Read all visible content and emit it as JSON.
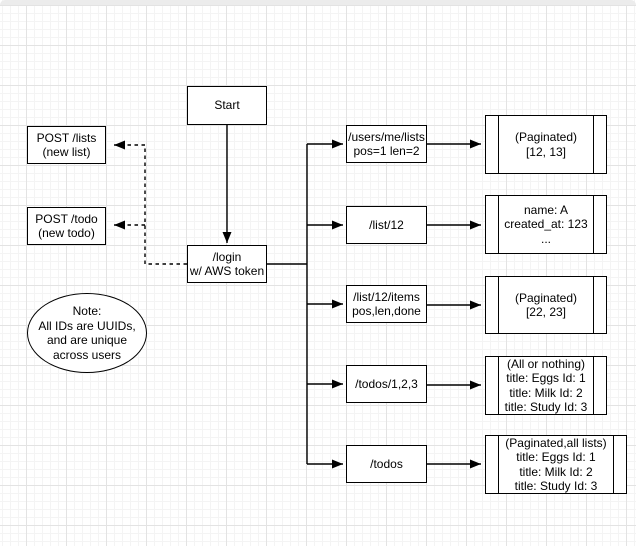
{
  "canvas": {
    "kind": "flowchart-grid-canvas",
    "colors": {
      "background": "#ffffff",
      "grid_minor": "#f4f4f4",
      "grid_major": "#e3e3e3",
      "shape_stroke": "#000000",
      "shape_fill": "#ffffff",
      "text": "#000000",
      "top_strip": "#ececec"
    }
  },
  "nodes": {
    "start": {
      "label": "Start"
    },
    "post_lists": {
      "label": "POST /lists\n(new list)"
    },
    "post_todo": {
      "label": "POST /todo\n(new todo)"
    },
    "login": {
      "label": "/login\nw/ AWS token"
    },
    "note": {
      "label": "Note:\nAll IDs are UUIDs,\nand are unique\nacross users"
    },
    "users_me_lists": {
      "label": "/users/me/lists\npos=1 len=2"
    },
    "list_12": {
      "label": "/list/12"
    },
    "list_12_items": {
      "label": "/list/12/items\npos,len,done"
    },
    "todos_1_2_3": {
      "label": "/todos/1,2,3"
    },
    "todos": {
      "label": "/todos"
    },
    "result_users_me_lists": {
      "label": "(Paginated)\n[12, 13]"
    },
    "result_list_12": {
      "label": "name: A\ncreated_at: 123\n..."
    },
    "result_list_12_items": {
      "label": "(Paginated)\n[22, 23]"
    },
    "result_todos_1_2_3": {
      "label": "(All or nothing)\ntitle: Eggs Id: 1\ntitle: Milk Id: 2\ntitle: Study Id: 3"
    },
    "result_todos": {
      "label": "(Paginated,all lists)\ntitle: Eggs Id: 1\ntitle: Milk Id: 2\ntitle: Study Id: 3"
    }
  }
}
